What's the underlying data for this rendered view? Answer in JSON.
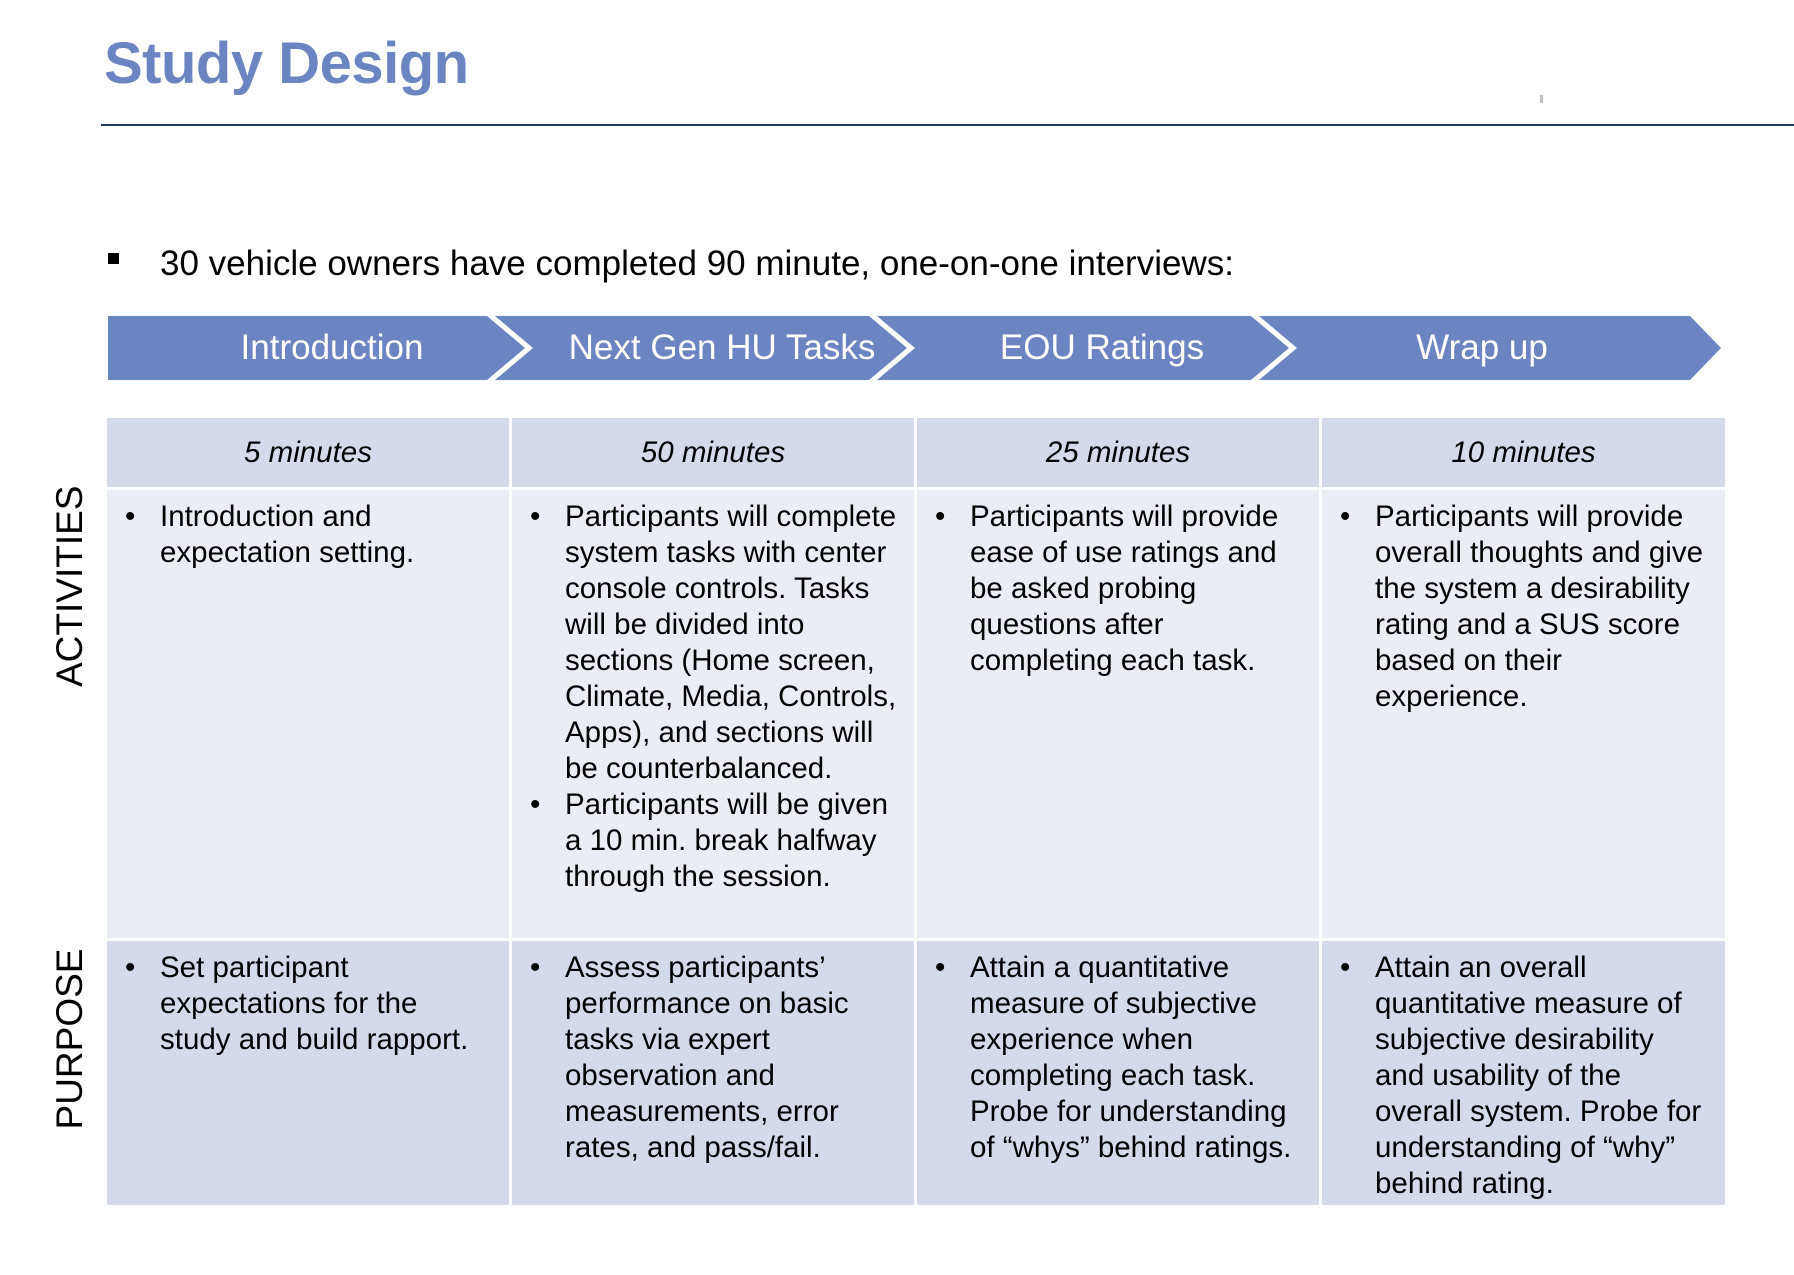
{
  "slide": {
    "title": "Study Design",
    "summary": "30 vehicle owners have completed 90 minute, one-on-one interviews:"
  },
  "colors": {
    "title": "#6b85c2",
    "chevron": "#6b85c2",
    "header_row": "#d4dae9",
    "activities_row": "#ebedf4",
    "purpose_row": "#d4dae9",
    "rule": "#1f3a5f"
  },
  "row_labels": {
    "activities": "ACTIVITIES",
    "purpose": "PURPOSE"
  },
  "phases": [
    {
      "name": "Introduction",
      "duration": "5 minutes",
      "activities": [
        "Introduction and expectation setting."
      ],
      "purpose": [
        "Set participant expectations for the study and build rapport."
      ]
    },
    {
      "name": "Next Gen HU Tasks",
      "duration": "50 minutes",
      "activities": [
        "Participants will complete system tasks with center console controls. Tasks will be divided into sections (Home screen, Climate, Media, Controls, Apps), and sections will be counterbalanced.",
        "Participants will be given a 10 min. break halfway through the session."
      ],
      "purpose": [
        "Assess participants’ performance on basic tasks via expert observation and measurements, error rates, and pass/fail."
      ]
    },
    {
      "name": "EOU Ratings",
      "duration": "25 minutes",
      "activities": [
        "Participants will provide ease of use ratings and be asked probing questions after completing each task."
      ],
      "purpose": [
        "Attain a quantitative measure of subjective experience when completing each task. Probe for understanding of “whys” behind ratings."
      ]
    },
    {
      "name": "Wrap up",
      "duration": "10 minutes",
      "activities": [
        "Participants will provide overall thoughts and give the system a desirability rating and a SUS score based on their experience."
      ],
      "purpose": [
        "Attain an overall quantitative measure of subjective desirability and usability of the overall system. Probe for understanding of “why” behind rating."
      ]
    }
  ]
}
